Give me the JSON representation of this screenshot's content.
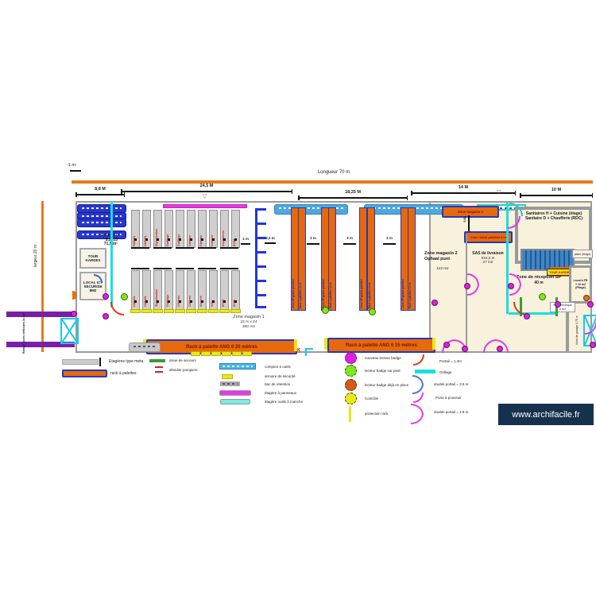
{
  "scale_label": "-1 m-",
  "dims": {
    "length": "Longueur 70 m",
    "d1": "8,8 M",
    "d2": "24,5 M",
    "d3": "18,25 M",
    "d4": "14 M",
    "d5": "10 M",
    "inner_1m": "1 m",
    "inner_22": "2,2 m",
    "inner_3m": "3 m",
    "inner_385": "3,85",
    "width": "largeur 20 m"
  },
  "left_zone": {
    "ramp": "Rampe accès véhicules la rue"
  },
  "ict": {
    "title": "zone ICT",
    "size": "5,5x13",
    "area": "71,5 m²",
    "tour": "TOUR KARDEX",
    "local": "LOCAL ICT SECURISE 8M2"
  },
  "racks_row1": [
    "HABAN.",
    "HABAN.",
    "Signalisation",
    "Outillage",
    "Outillage",
    "Câblerie",
    "Câblerie",
    "Colonne",
    "Aspirateurs",
    "ECIM"
  ],
  "racks_row2": [
    "HABAN.",
    "HABAN.",
    "Signalisation",
    "Outillage",
    "Câblerie",
    "Câblerie",
    "Visserie",
    "Vélo",
    "ECIM",
    "ECIM"
  ],
  "pallet_racks": [
    "Zone SP grand palettier",
    "Rack à palettes 14 m",
    "Zone SP grand palettier",
    "Rack à palettes 14 m",
    "Zone SP grand palettier",
    "Rack à palettes 14 m",
    "Zone SP grand palettier",
    "Rack à palettes 14 m"
  ],
  "zone2": {
    "pill_top": "Zone magasin 2",
    "pill_mid": "Zone retour palettier 6 m",
    "name": "Zone magasin 2",
    "sub": "Ophaal punt",
    "area": "142 m2"
  },
  "sas": {
    "name": "SAS de livraison",
    "size": "6X4,5 m",
    "area": "27 m2"
  },
  "sanitaires": {
    "line1": "Sanitaires H + Cuisine (étage)",
    "line2": "Sanitaire D + Chaufferie (RDC)"
  },
  "palier": "palier (étage)",
  "tour2": "TOUR KARDEX",
  "reception": {
    "name": "Zone de réception SP",
    "size": "40 m"
  },
  "local_pr": {
    "l1": "Local à PR",
    "l2": "+ 10 m2",
    "l3": "(Pliage)"
  },
  "sas_elec": {
    "l1": "SAS électrique",
    "l2": "5 m2"
  },
  "volet": "Volet de garage 3,75 m",
  "zone1": {
    "name": "Zone magasin 1",
    "size": "15 m x 24",
    "area": "360 m2"
  },
  "banners": {
    "b20": "Rack à palette ANG 6 20 mètres",
    "b15": "Rack à palette ANG 6 15 mètres"
  },
  "legend": {
    "etagere_meta": "Etagères type meta",
    "rack_palettes": "rack à palettes",
    "issue_secours": "issue de secours",
    "devidoir": "dévidoir pompiers",
    "comptoir": "comptoir à outils",
    "armoire": "armoire de sécurité",
    "bac": "bac de rétention",
    "etagere_panneaux": "étagère à panneaux",
    "etagere_manche": "étagère outils à manche",
    "badge_new": "nouveau lecteur badge",
    "badge_pied": "lecteur badge sur pied",
    "badge_place": "lecteur badge déjà en place",
    "controle": "Contrôle",
    "protection": "protection rack",
    "portail": "Portail = 1.4m",
    "grillage": "Grillage",
    "dbl35": "double portail = 3.5 m",
    "poussoir": "Porte à poussoir",
    "dbl28": "double portail = 2.8 m"
  },
  "watermark": "www.archifacile.fr",
  "colors": {
    "orange": "#E8791C",
    "rack_orange": "#E8680C",
    "rack_blue": "#1F3BC0",
    "magenta": "#E935E9",
    "cyan": "#1ADFDF",
    "beige": "#F8F1DC",
    "wall": "#9B9B9B",
    "watermark_bg": "#16314E"
  }
}
